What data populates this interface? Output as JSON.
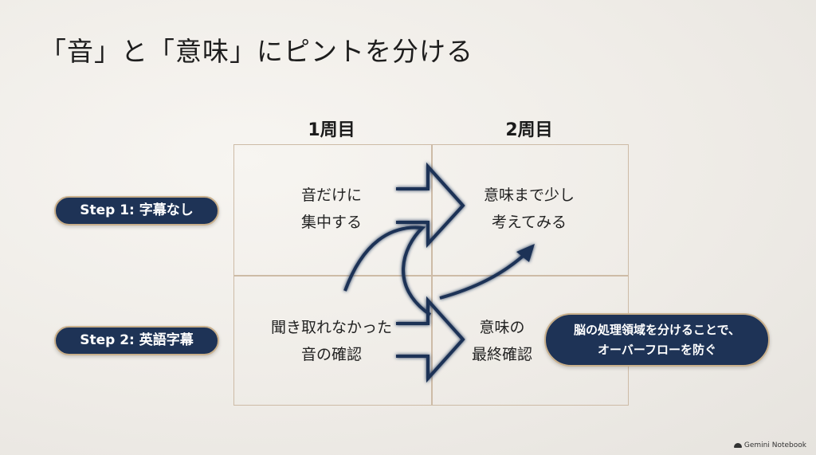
{
  "title": "「音」と「意味」にピントを分ける",
  "columns": [
    "1周目",
    "2周目"
  ],
  "steps": [
    {
      "label": "Step 1: 字幕なし"
    },
    {
      "label": "Step 2: 英語字幕"
    }
  ],
  "cells": {
    "r1c1": [
      "音だけに",
      "集中する"
    ],
    "r1c2": [
      "意味まで少し",
      "考えてみる"
    ],
    "r2c1": [
      "聞き取れなかった",
      "音の確認"
    ],
    "r2c2": [
      "意味の",
      "最終確認"
    ]
  },
  "note": [
    "脳の処理領域を分けることで、",
    "オーバーフローを防ぐ"
  ],
  "footer": {
    "brand": "Gemini Notebook"
  },
  "colors": {
    "navy": "#1e3356",
    "gold": "#c9b08c",
    "grid": "#cdbba6"
  }
}
